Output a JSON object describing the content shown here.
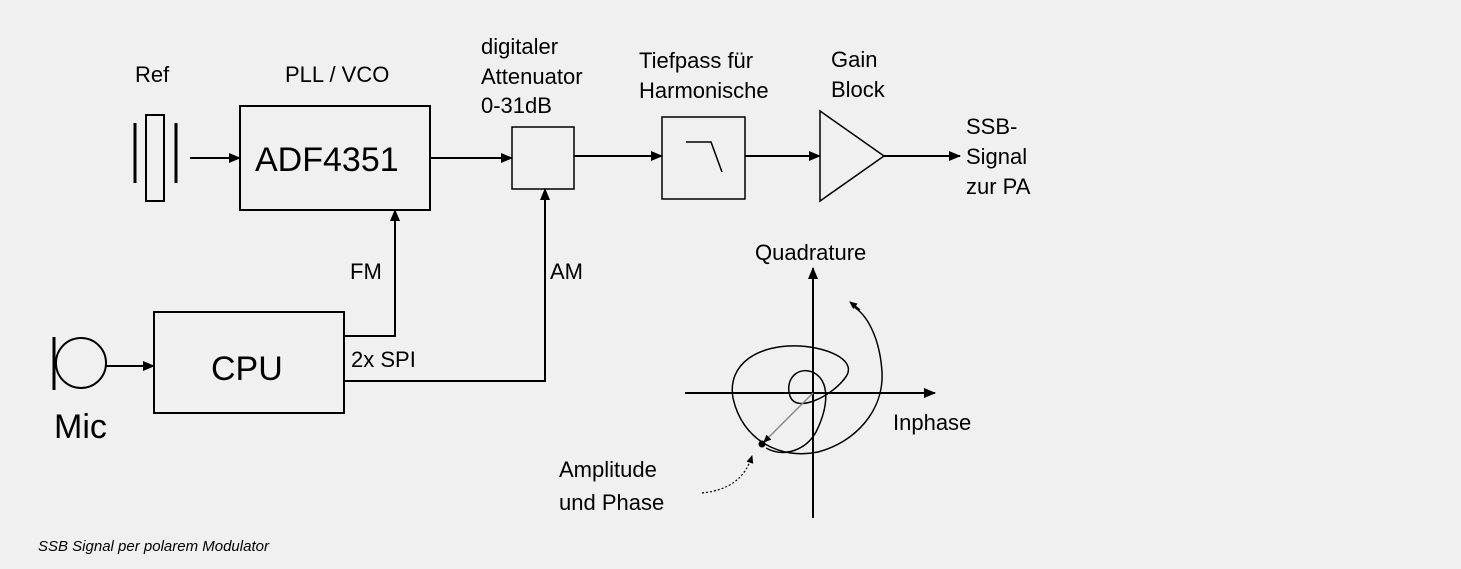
{
  "blocks": {
    "ref_label": "Ref",
    "pll_label": "PLL / VCO",
    "adf_label": "ADF4351",
    "att_line1": "digitaler",
    "att_line2": "Attenuator",
    "att_line3": "0-31dB",
    "lpf_line1": "Tiefpass für",
    "lpf_line2": "Harmonische",
    "gain_line1": "Gain",
    "gain_line2": "Block",
    "out_line1": "SSB-",
    "out_line2": "Signal",
    "out_line3": "zur PA",
    "cpu_label": "CPU",
    "mic_label": "Mic",
    "fm_label": "FM",
    "am_label": "AM",
    "spi_label": "2x SPI"
  },
  "iq": {
    "quadrature_label": "Quadrature",
    "inphase_label": "Inphase",
    "amp_line1": "Amplitude",
    "amp_line2": "und Phase"
  },
  "caption": "SSB Signal per polarem Modulator"
}
